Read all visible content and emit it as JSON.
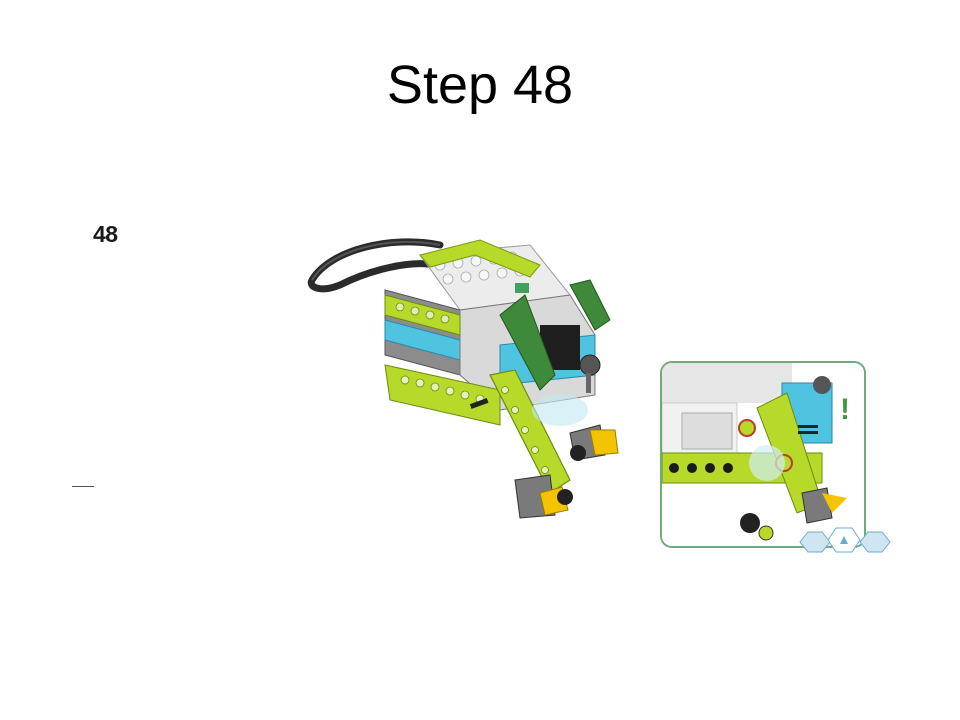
{
  "slide": {
    "title": "Step 48"
  },
  "instruction": {
    "step_number": "48"
  },
  "callout": {
    "attention_mark": "!"
  },
  "colors": {
    "lime": "#b6d92a",
    "dark_green": "#3f8a3a",
    "azure": "#4fc3e0",
    "light_gray": "#d9d9d9",
    "dark_gray": "#6f6f6f",
    "yellow": "#f4c400",
    "callout_border": "#6cab7d"
  },
  "icons": [
    "hub-brick",
    "cable",
    "motor",
    "axle-icon",
    "attention-icon",
    "hexagon-navigation-icon"
  ]
}
